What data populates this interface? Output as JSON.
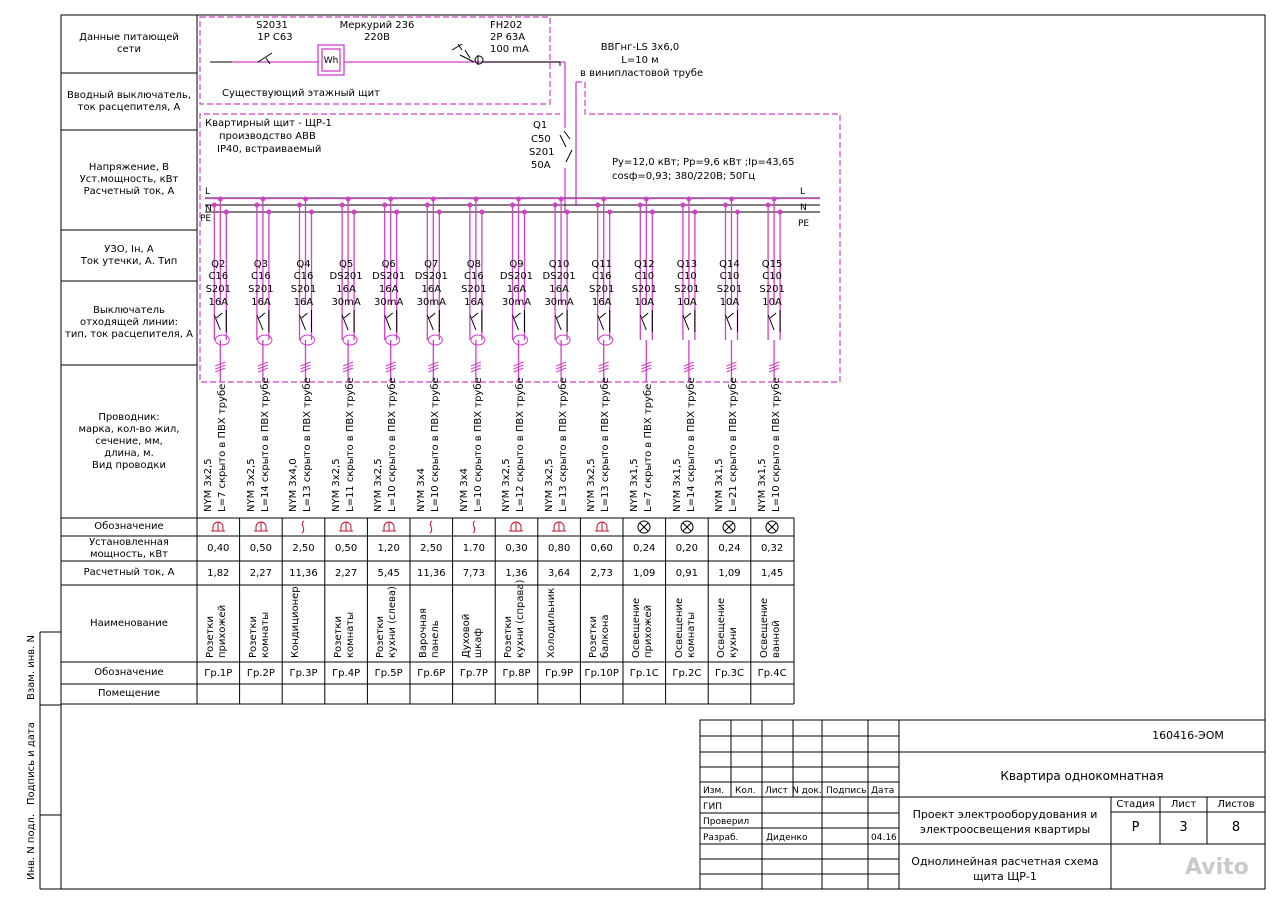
{
  "row_labels": {
    "supply": "Данные питающей\nсети",
    "input_switch": "Вводный выключатель,\nток расцепителя, А",
    "voltage": "Напряжение, В\nУст.мощность, кВт\nРасчетный ток, А",
    "rcd": "УЗО, Iн, А\nТок утечки, А. Тип",
    "breaker": "Выключатель\nотходящей линии:\nтип, ток расцепителя, А",
    "conductor": "Проводник:\nмарка, кол-во жил,\nсечение, мм,\nдлина, м.\nВид проводки",
    "designation": "Обозначение",
    "power": "Установленная\nмощность, кВт",
    "current": "Расчетный ток, А",
    "name": "Наименование",
    "designation2": "Обозначение",
    "room": "Помещение"
  },
  "floor_panel": {
    "s2031": "S2031",
    "s2031_rating": "1P C63",
    "meter": "Меркурий 236",
    "meter_voltage": "220В",
    "meter_symbol": "Wh",
    "fh202": "FH202",
    "fh202_rating": "2P 63A",
    "fh202_leak": "100 mA",
    "title": "Существующий этажный щит"
  },
  "cable_in": {
    "mark": "ВВГнг-LS 3x6,0",
    "length": "L=10 м",
    "laying": "в винипластовой трубе"
  },
  "apartment_panel": {
    "line1": "Квартирный щит - ЩР-1",
    "line2": "производство ABB",
    "line3": "IP40, встраиваемый"
  },
  "q1": {
    "name": "Q1",
    "curve": "C50",
    "type": "S201",
    "current": "50А"
  },
  "params": {
    "line1": "Ру=12,0 кВт; Рр=9,6 кВт ;Iр=43,65",
    "line2": "cosф=0,93; 380/220В; 50Гц"
  },
  "bus_labels": {
    "l": "L",
    "n": "N",
    "pe": "PE",
    "l_r": "L",
    "n_r": "N",
    "pe_r": "PE"
  },
  "groups": [
    {
      "q": "Q2",
      "b1": "C16",
      "b2": "S201",
      "b3": "16A",
      "conductor": "NYM 3x2,5",
      "laying": "L=7 скрыто в ПВХ трубе",
      "symbol": "socket",
      "power": "0,40",
      "current": "1,82",
      "name": "Розетки\nприхожей",
      "des": "Гр.1Р"
    },
    {
      "q": "Q3",
      "b1": "C16",
      "b2": "S201",
      "b3": "16A",
      "conductor": "NYM 3x2,5",
      "laying": "L=14 скрыто в ПВХ трубе",
      "symbol": "socket",
      "power": "0,50",
      "current": "2,27",
      "name": "Розетки\nкомнаты",
      "des": "Гр.2Р"
    },
    {
      "q": "Q4",
      "b1": "C16",
      "b2": "S201",
      "b3": "16A",
      "conductor": "NYM 3x4,0",
      "laying": "L=13 скрыто в ПВХ трубе",
      "symbol": "cable",
      "power": "2,50",
      "current": "11,36",
      "name": "Кондиционер",
      "des": "Гр.3Р"
    },
    {
      "q": "Q5",
      "b1": "DS201",
      "b2": "16A",
      "b3": "30mA",
      "conductor": "NYM 3x2,5",
      "laying": "L=11 скрыто в ПВХ трубе",
      "symbol": "socket",
      "power": "0,50",
      "current": "2,27",
      "name": "Розетки\nкомнаты",
      "des": "Гр.4Р"
    },
    {
      "q": "Q6",
      "b1": "DS201",
      "b2": "16A",
      "b3": "30mA",
      "conductor": "NYM 3x2,5",
      "laying": "L=10 скрыто в ПВХ трубе",
      "symbol": "socket",
      "power": "1,20",
      "current": "5,45",
      "name": "Розетки\nкухни (слева)",
      "des": "Гр.5Р"
    },
    {
      "q": "Q7",
      "b1": "DS201",
      "b2": "16A",
      "b3": "30mA",
      "conductor": "NYM 3x4",
      "laying": "L=10 скрыто в ПВХ трубе",
      "symbol": "cable",
      "power": "2,50",
      "current": "11,36",
      "name": "Варочная\nпанель",
      "des": "Гр.6Р"
    },
    {
      "q": "Q8",
      "b1": "C16",
      "b2": "S201",
      "b3": "16A",
      "conductor": "NYM 3x4",
      "laying": "L=10 скрыто в ПВХ трубе",
      "symbol": "cable",
      "power": "1.70",
      "current": "7,73",
      "name": "Духовой\nшкаф",
      "des": "Гр.7Р"
    },
    {
      "q": "Q9",
      "b1": "DS201",
      "b2": "16A",
      "b3": "30mA",
      "conductor": "NYM 3x2,5",
      "laying": "L=12 скрыто в ПВХ трубе",
      "symbol": "socket",
      "power": "0,30",
      "current": "1,36",
      "name": "Розетки\nкухни (справа)",
      "des": "Гр.8Р"
    },
    {
      "q": "Q10",
      "b1": "DS201",
      "b2": "16A",
      "b3": "30mA",
      "conductor": "NYM 3x2,5",
      "laying": "L=13 скрыто в ПВХ трубе",
      "symbol": "socket",
      "power": "0,80",
      "current": "3,64",
      "name": "Холодильник",
      "des": "Гр.9Р"
    },
    {
      "q": "Q11",
      "b1": "C16",
      "b2": "S201",
      "b3": "16A",
      "conductor": "NYM 3x2,5",
      "laying": "L=13 скрыто в ПВХ трубе",
      "symbol": "socket",
      "power": "0,60",
      "current": "2,73",
      "name": "Розетки\nбалкона",
      "des": "Гр.10Р"
    },
    {
      "q": "Q12",
      "b1": "C10",
      "b2": "S201",
      "b3": "10A",
      "conductor": "NYM 3x1,5",
      "laying": "L=7 скрыто в ПВХ трубе",
      "symbol": "lamp",
      "power": "0,24",
      "current": "1,09",
      "name": "Освещение\nприхожей",
      "des": "Гр.1С"
    },
    {
      "q": "Q13",
      "b1": "C10",
      "b2": "S201",
      "b3": "10A",
      "conductor": "NYM 3x1,5",
      "laying": "L=14 скрыто в ПВХ трубе",
      "symbol": "lamp",
      "power": "0,20",
      "current": "0,91",
      "name": "Освещение\nкомнаты",
      "des": "Гр.2С"
    },
    {
      "q": "Q14",
      "b1": "C10",
      "b2": "S201",
      "b3": "10A",
      "conductor": "NYM 3x1,5",
      "laying": "L=21 скрыто в ПВХ трубе",
      "symbol": "lamp",
      "power": "0,24",
      "current": "1,09",
      "name": "Освещение\nкухни",
      "des": "Гр.3С"
    },
    {
      "q": "Q15",
      "b1": "C10",
      "b2": "S201",
      "b3": "10A",
      "conductor": "NYM 3x1,5",
      "laying": "L=10 скрыто в ПВХ трубе",
      "symbol": "lamp",
      "power": "0,32",
      "current": "1,45",
      "name": "Освещение\nванной",
      "des": "Гр.4С"
    }
  ],
  "side_stamp": {
    "a": "Взам. инв. N",
    "b": "Подпись и дата",
    "c": "Инв. N подл."
  },
  "title_block": {
    "code": "160416-ЭОМ",
    "object": "Квартира однокомнатная",
    "project": "Проект электрооборудования и\nэлектроосвещения квартиры",
    "sheet_title": "Однолинейная расчетная схема\nщита ЩР-1",
    "stage_label": "Стадия",
    "sheet_label": "Лист",
    "sheets_label": "Листов",
    "stage": "Р",
    "sheet": "3",
    "sheets": "8",
    "h_izm": "Изм.",
    "h_kol": "Кол.",
    "h_list": "Лист",
    "h_ndok": "N док.",
    "h_podp": "Подпись",
    "h_data": "Дата",
    "gip": "ГИП",
    "checked": "Проверил",
    "developed": "Разраб.",
    "developer": "Диденко",
    "date": "04.16"
  },
  "watermark": "Avito",
  "colors": {
    "magenta": "#d23fc8",
    "red": "#c8102e",
    "line": "#000000"
  }
}
